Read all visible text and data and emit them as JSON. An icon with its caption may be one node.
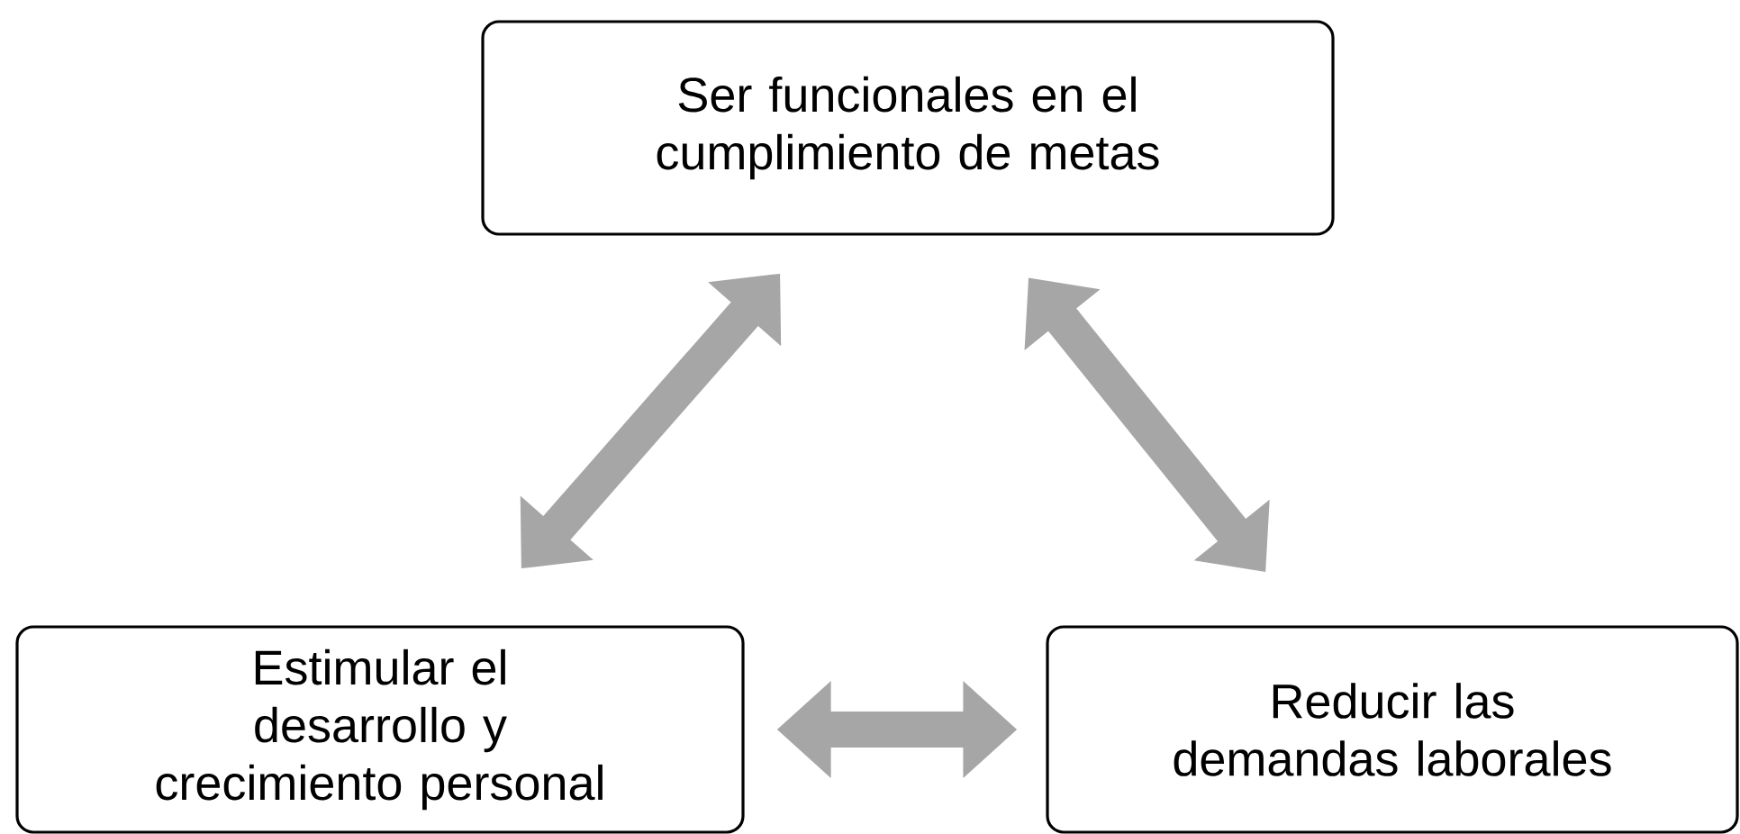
{
  "diagram": {
    "nodes": [
      {
        "text": [
          "Ser funcionales en el cumplimiento de metas"
        ]
      },
      {
        "text": [
          "Estimular el desarrollo y crecimiento personal"
        ]
      },
      {
        "text": [
          "Reducir las demandas laborales"
        ]
      }
    ],
    "edges": [
      {
        "from": 0,
        "to": 1,
        "arrow": "both"
      },
      {
        "from": 0,
        "to": 2,
        "arrow": "both"
      },
      {
        "from": 1,
        "to": 2,
        "arrow": "both"
      }
    ]
  }
}
